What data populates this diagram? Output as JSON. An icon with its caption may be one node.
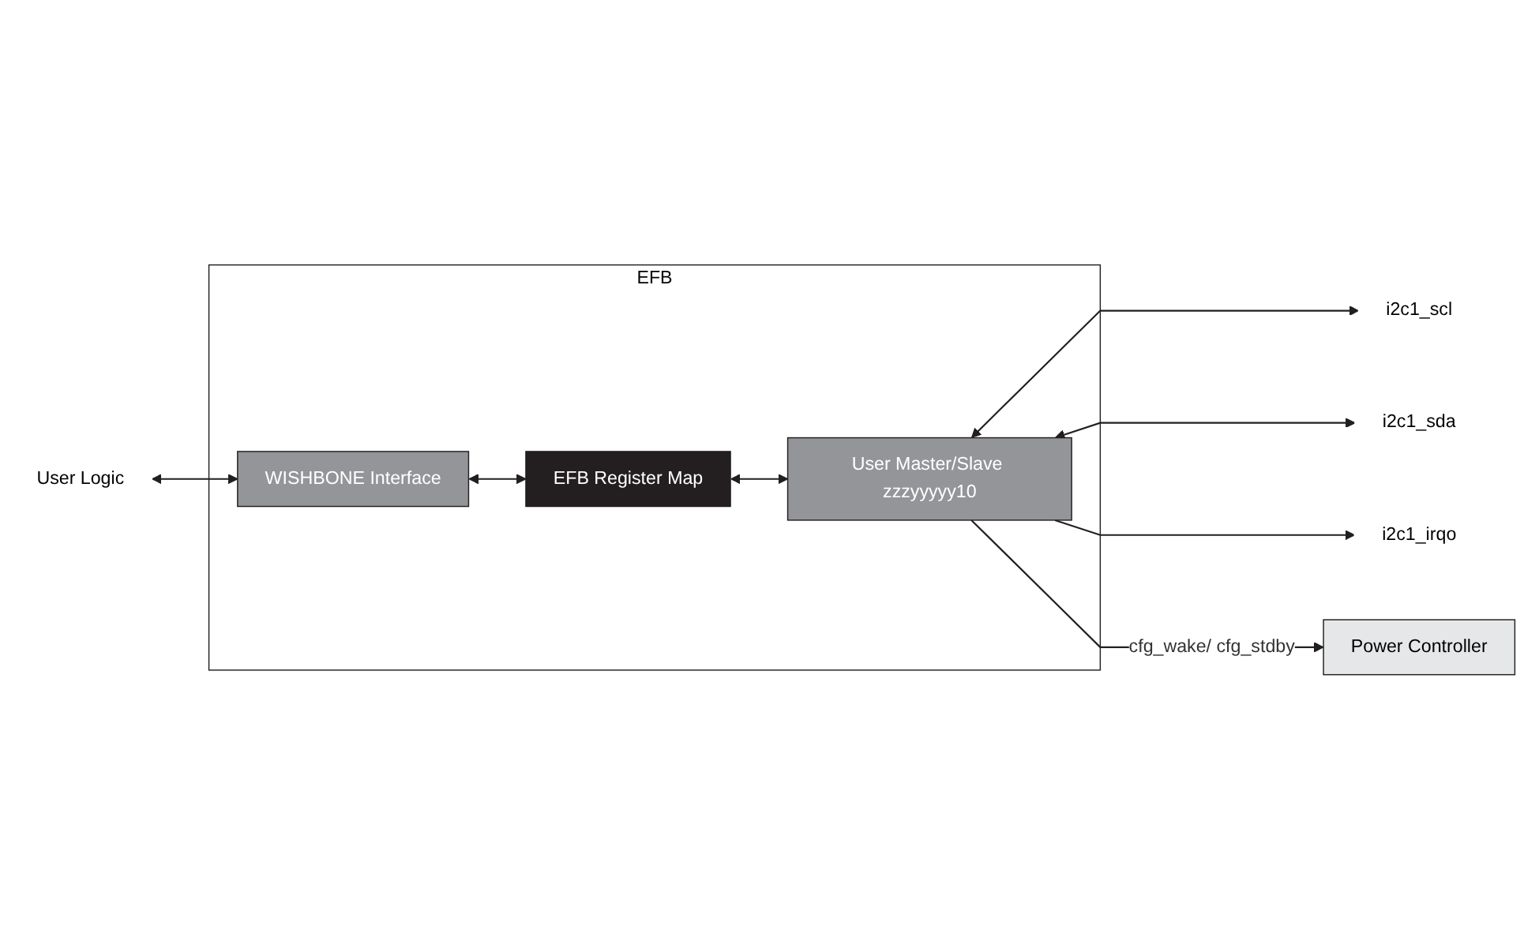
{
  "diagram": {
    "nodes": [
      {
        "text": [
          "EFB"
        ]
      },
      {
        "text": [
          "User Logic"
        ]
      },
      {
        "text": [
          "WISHBONE Interface"
        ],
        "in": 0
      },
      {
        "text": [
          "EFB Register Map"
        ],
        "in": 0
      },
      {
        "text": [
          "User Master/Slave zzzyyyyy10"
        ],
        "in": 0
      },
      {
        "text": [
          "i2c1_scl"
        ]
      },
      {
        "text": [
          "i2c1_sda"
        ]
      },
      {
        "text": [
          "i2c1_irqo"
        ]
      },
      {
        "text": [
          "Power Controller"
        ]
      }
    ],
    "edges": [
      {
        "from": 1,
        "to": 2,
        "arrow": "both"
      },
      {
        "from": 2,
        "to": 3,
        "arrow": "both"
      },
      {
        "from": 3,
        "to": 4,
        "arrow": "both"
      },
      {
        "from": 4,
        "to": 5,
        "arrow": "both"
      },
      {
        "from": 4,
        "to": 6,
        "arrow": "both"
      },
      {
        "from": 4,
        "to": 7,
        "arrow": "to"
      },
      {
        "from": 4,
        "to": 8,
        "arrow": "to",
        "label": "cfg_wake/ cfg_stdby"
      }
    ]
  }
}
